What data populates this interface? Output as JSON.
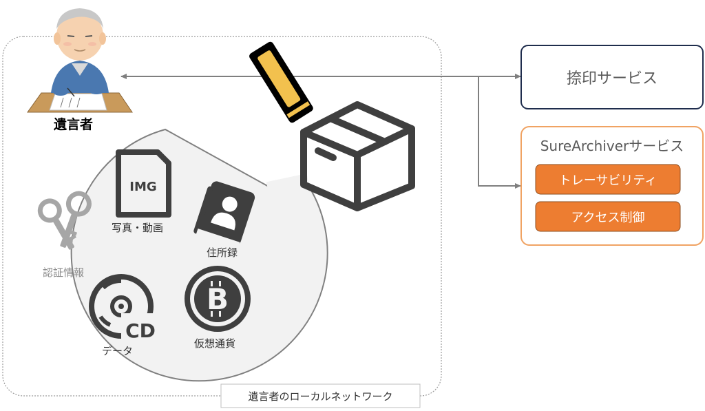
{
  "testator": {
    "label": "遺言者"
  },
  "network": {
    "label": "遺言者のローカルネットワーク"
  },
  "seal_service": {
    "label": "捺印サービス"
  },
  "sure_archiver": {
    "title": "SureArchiverサービス",
    "features": [
      {
        "label": "トレーサビリティ"
      },
      {
        "label": "アクセス制御"
      }
    ]
  },
  "assets": [
    {
      "label": "写真・動画",
      "icon": "img-file-icon",
      "icon_text": "IMG"
    },
    {
      "label": "住所録",
      "icon": "address-book-icon"
    },
    {
      "label": "認証情報",
      "icon": "keys-icon"
    },
    {
      "label": "データ",
      "icon": "cd-icon",
      "icon_text": "CD"
    },
    {
      "label": "仮想通貨",
      "icon": "bitcoin-icon",
      "icon_text": "B"
    }
  ],
  "colors": {
    "seal_border": "#1f2d4d",
    "archiver_border": "#f0a363",
    "feature_fill": "#ed7d31",
    "feature_border": "#8a4c1f",
    "icon_dark": "#3f3f3f",
    "icon_grey": "#a6a6a6",
    "stamp_gold": "#f2c14e",
    "connector": "#7f7f7f"
  }
}
